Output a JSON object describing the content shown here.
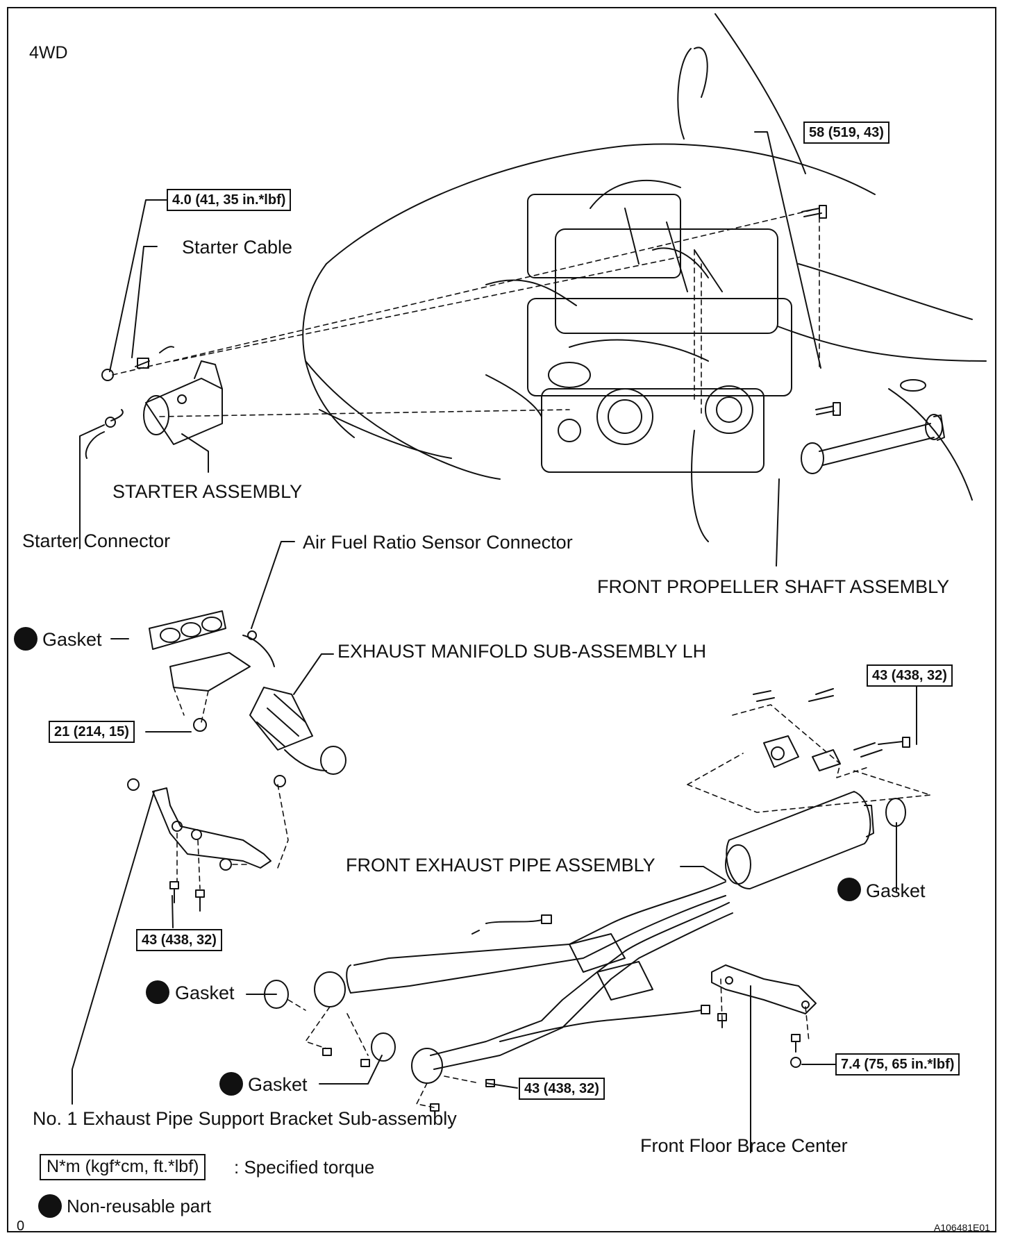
{
  "header": {
    "variant": "4WD"
  },
  "labels": {
    "starter_cable": "Starter Cable",
    "starter_assembly": "STARTER ASSEMBLY",
    "starter_connector": "Starter Connector",
    "af_sensor_connector": "Air Fuel Ratio Sensor Connector",
    "front_propeller_shaft": "FRONT PROPELLER SHAFT ASSEMBLY",
    "exhaust_manifold_lh": "EXHAUST MANIFOLD SUB-ASSEMBLY LH",
    "front_exhaust_pipe": "FRONT EXHAUST PIPE ASSEMBLY",
    "support_bracket": "No. 1 Exhaust Pipe Support Bracket Sub-assembly",
    "front_floor_brace": "Front Floor Brace Center",
    "gasket": "Gasket"
  },
  "torques": {
    "starter_bolt": "4.0 (41, 35 in.*lbf)",
    "engine_mount": "58 (519, 43)",
    "manifold_nut": "21 (214, 15)",
    "rear_flange": "43 (438, 32)",
    "bracket_bolt": "43 (438, 32)",
    "pipe_flange": "43 (438, 32)",
    "brace_bolt": "7.4 (75, 65 in.*lbf)"
  },
  "legend": {
    "torque_unit": "N*m (kgf*cm, ft.*lbf)",
    "torque_desc": ": Specified torque",
    "nonreusable_desc": "Non-reusable part"
  },
  "footer": {
    "page_mark": "0",
    "figure_code": "A106481E01"
  }
}
